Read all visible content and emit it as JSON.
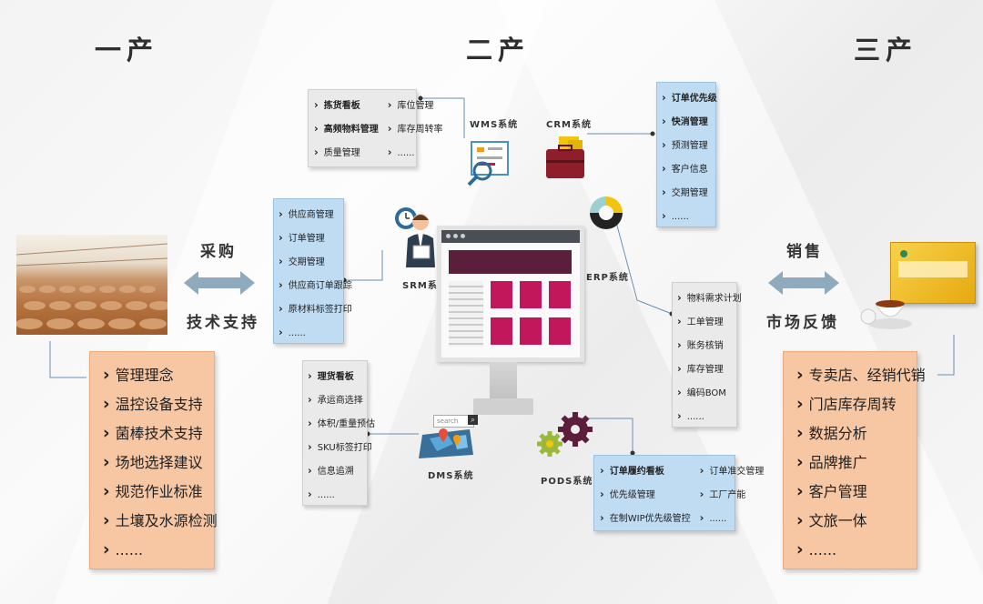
{
  "headers": {
    "first": "一产",
    "second": "二产",
    "third": "三产"
  },
  "left": {
    "top_label": "采购",
    "bottom_label": "技术支持",
    "items": [
      "管理理念",
      "温控设备支持",
      "菌棒技术支持",
      "场地选择建议",
      "规范作业标准",
      "土壤及水源检测",
      "......"
    ]
  },
  "right": {
    "top_label": "销售",
    "bottom_label": "市场反馈",
    "items": [
      "专卖店、经销代销",
      "门店库存周转",
      "数据分析",
      "品牌推广",
      "客户管理",
      "文旅一体",
      "......"
    ]
  },
  "wms": {
    "label": "WMS系统",
    "col1": [
      "拣货看板",
      "高频物料管理",
      "质量管理"
    ],
    "col2": [
      "库位管理",
      "库存周转率",
      "......"
    ]
  },
  "crm": {
    "label": "CRM系统",
    "items": [
      "订单优先级",
      "快消管理",
      "预测管理",
      "客户信息",
      "交期管理",
      "......"
    ]
  },
  "srm": {
    "label": "SRM系统",
    "items": [
      "供应商管理",
      "订单管理",
      "交期管理",
      "供应商订单跟踪",
      "原材料标签打印",
      "......"
    ]
  },
  "erp": {
    "label": "ERP系统",
    "items": [
      "物料需求计划",
      "工单管理",
      "账务核销",
      "库存管理",
      "编码BOM",
      "......"
    ]
  },
  "dms": {
    "label": "DMS系统",
    "search_text": "search",
    "items": [
      "理货看板",
      "承运商选择",
      "体积/重量预估",
      "SKU标签打印",
      "信息追溯",
      "......"
    ]
  },
  "pods": {
    "label": "PODS系统",
    "col1": [
      "订单履约看板",
      "优先级管理",
      "在制WIP优先级管控"
    ],
    "col2": [
      "订单准交管理",
      "工厂产能",
      "......"
    ]
  },
  "colors": {
    "peach": "#f7c6a3",
    "blue": "#bfdcf2",
    "gray": "#eaeaea",
    "accent": "#4a90c8",
    "magenta": "#c2185b",
    "dark": "#5b1f3c"
  }
}
